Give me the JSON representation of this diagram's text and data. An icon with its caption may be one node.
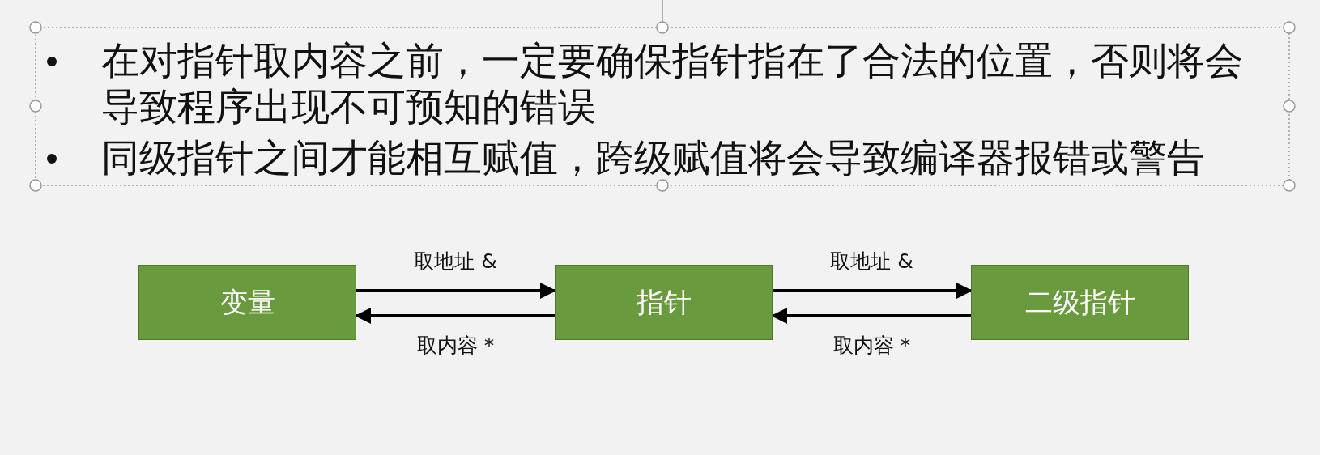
{
  "diagram": {
    "nodes": [
      {
        "text": [
          "变量"
        ]
      },
      {
        "text": [
          "指针"
        ]
      },
      {
        "text": [
          "二级指针"
        ]
      }
    ],
    "edges": [
      {
        "from": 0,
        "to": 1,
        "arrow": "to",
        "label": "取地址 &"
      },
      {
        "from": 1,
        "to": 0,
        "arrow": "to",
        "label": "取内容 *"
      },
      {
        "from": 1,
        "to": 2,
        "arrow": "to",
        "label": "取地址 &"
      },
      {
        "from": 2,
        "to": 1,
        "arrow": "to",
        "label": "取内容 *"
      }
    ],
    "labels": [
      "在对指针取内容之前，一定要确保指针指在了合法的位置，否则将会导致程序出现不可预知的错误",
      "同级指针之间才能相互赋值，跨级赋值将会导致编译器报错或警告"
    ]
  }
}
